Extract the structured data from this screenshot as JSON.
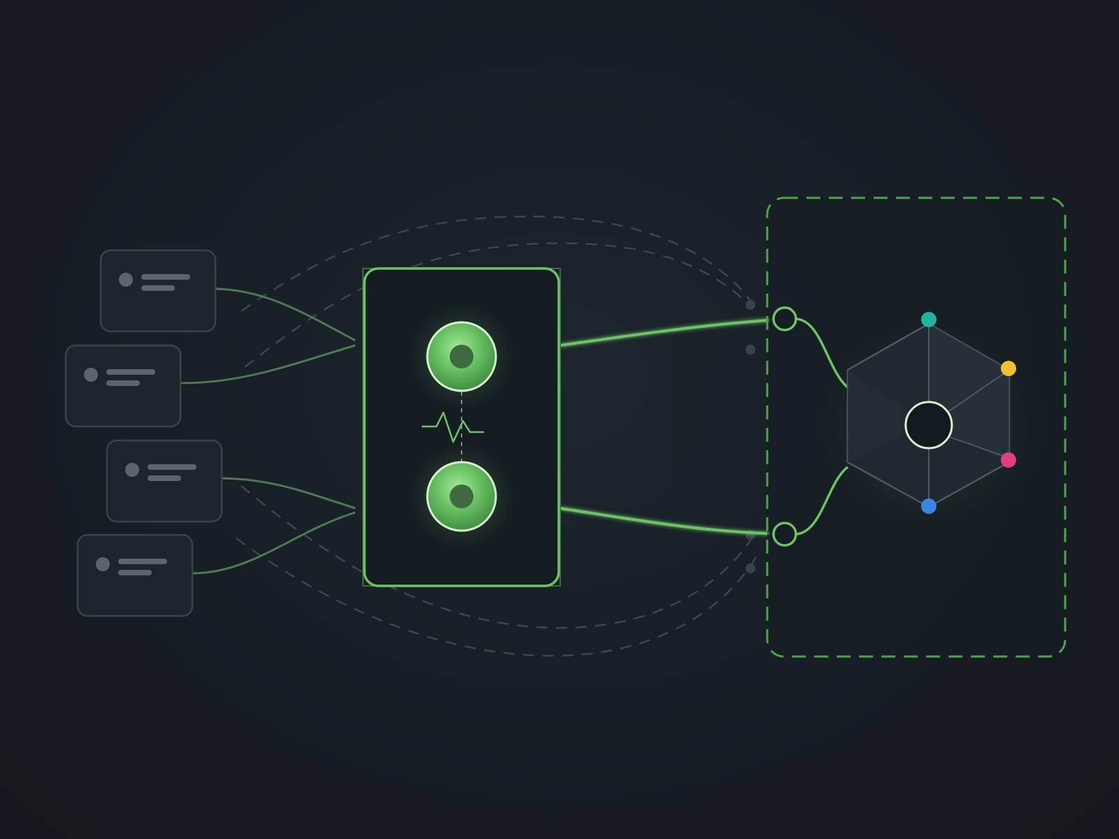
{
  "palette": {
    "background": "#161c22",
    "card_fill": "#1c242c",
    "card_stroke": "#3a434d",
    "card_placeholder": "#5c656f",
    "accent_green": "#6cc466",
    "dim_green": "#4d7a55",
    "hub_fill": "#131a1f",
    "node_teal": "#1fb39c",
    "node_yellow": "#f2c133",
    "node_pink": "#e03f85",
    "node_blue": "#3a85de",
    "dashed_gray": "#3d454e"
  },
  "icons": {
    "input_card": "text-placeholder-card",
    "core_node": "glowing-orb",
    "pulse": "heartbeat-waveform",
    "connector": "ring-connector",
    "hub": "hexagon-network-hub"
  },
  "diagram": {
    "input_cards": [
      {
        "id": "card-1"
      },
      {
        "id": "card-2"
      },
      {
        "id": "card-3"
      },
      {
        "id": "card-4"
      }
    ],
    "core_nodes": [
      {
        "id": "core-top"
      },
      {
        "id": "core-bottom"
      }
    ],
    "hub_nodes": [
      {
        "id": "teal",
        "color": "#1fb39c"
      },
      {
        "id": "yellow",
        "color": "#f2c133"
      },
      {
        "id": "pink",
        "color": "#e03f85"
      },
      {
        "id": "blue",
        "color": "#3a85de"
      }
    ]
  }
}
